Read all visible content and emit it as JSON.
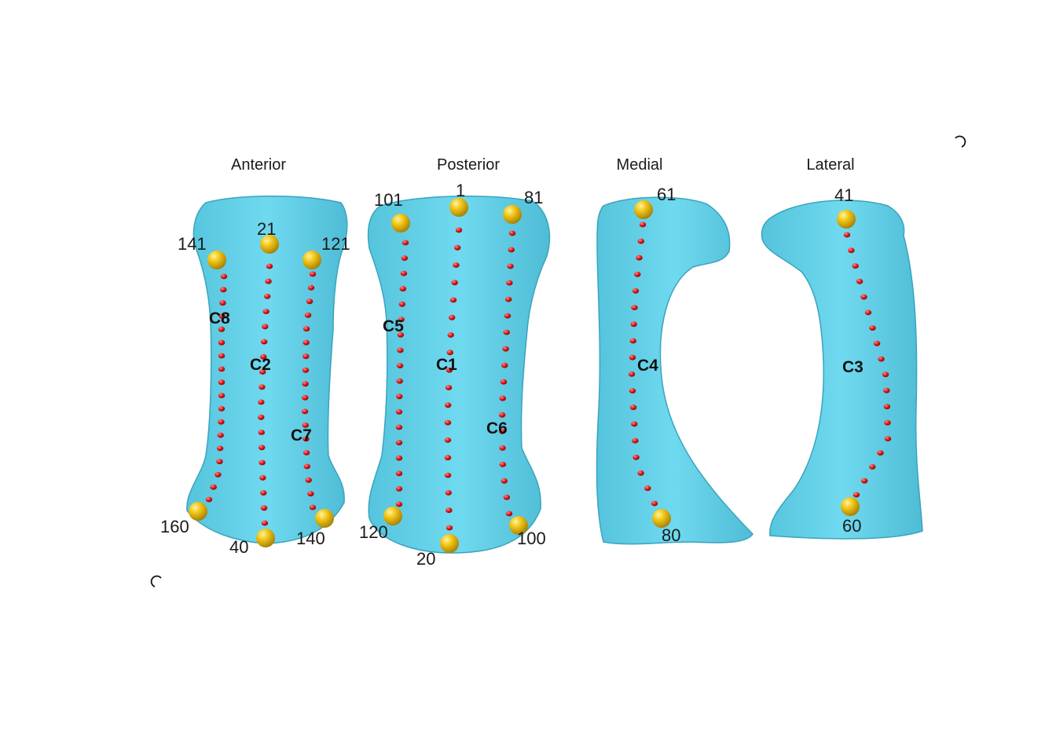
{
  "colors": {
    "bone": "#67d3ea",
    "bone_shade": "#3fa9c2",
    "landmark": "#e0b400",
    "landmark_edge": "#8a6a00",
    "semilandmark": "#d0141a",
    "text": "#1a1a1a"
  },
  "views": [
    {
      "id": "anterior",
      "title": "Anterior"
    },
    {
      "id": "posterior",
      "title": "Posterior"
    },
    {
      "id": "medial",
      "title": "Medial"
    },
    {
      "id": "lateral",
      "title": "Lateral"
    }
  ],
  "landmark_labels": {
    "l141": "141",
    "l21": "21",
    "l121": "121",
    "l160": "160",
    "l40": "40",
    "l140": "140",
    "l101": "101",
    "l1": "1",
    "l81": "81",
    "l120": "120",
    "l20": "20",
    "l100": "100",
    "l61": "61",
    "l80": "80",
    "l41": "41",
    "l60": "60"
  },
  "curve_labels": {
    "c8": "C8",
    "c2": "C2",
    "c7": "C7",
    "c5": "C5",
    "c1": "C1",
    "c6": "C6",
    "c4": "C4",
    "c3": "C3"
  },
  "icons": {
    "corner_top_right": "rotate-cw-icon",
    "corner_bottom_left": "rotate-ccw-icon"
  }
}
